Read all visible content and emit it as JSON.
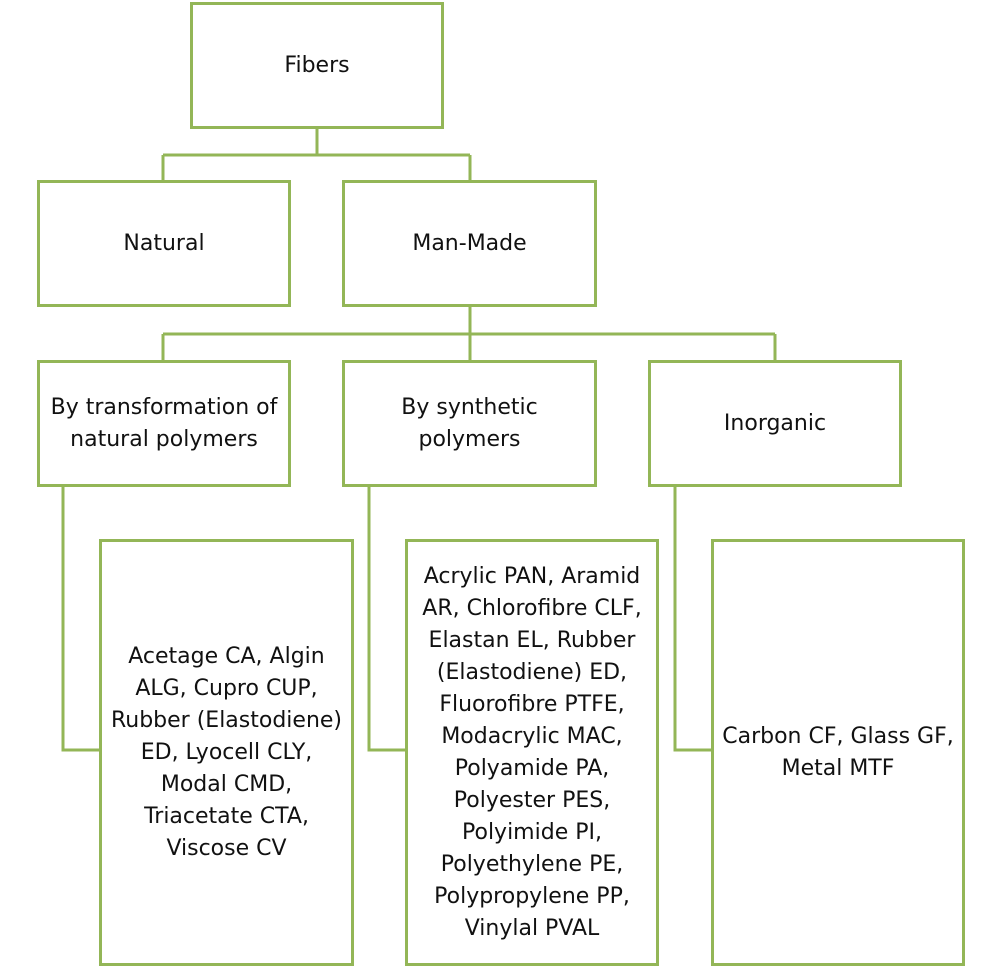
{
  "diagram": {
    "root": {
      "label": "Fibers"
    },
    "level1": {
      "natural": {
        "label": "Natural"
      },
      "man_made": {
        "label": "Man-Made"
      }
    },
    "level2": {
      "transformation": {
        "label": "By transformation of natural polymers"
      },
      "synthetic": {
        "label": "By synthetic polymers"
      },
      "inorganic": {
        "label": "Inorganic"
      }
    },
    "leaves": {
      "transformation": {
        "label": "Acetage CA, Algin ALG, Cupro CUP, Rubber (Elastodiene) ED, Lyocell CLY, Modal CMD, Triacetate CTA, Viscose CV"
      },
      "synthetic": {
        "label": "Acrylic PAN, Aramid AR, Chlorofibre CLF, Elastan EL, Rubber (Elastodiene) ED, Fluorofibre PTFE, Modacrylic MAC, Polyamide PA, Polyester PES, Polyimide PI, Polyethylene PE, Polypropylene PP, Vinylal PVAL"
      },
      "inorganic": {
        "label": "Carbon CF, Glass GF, Metal MTF"
      }
    }
  },
  "colors": {
    "box_border": "#93b657",
    "connector": "#93b657",
    "text": "#111111",
    "background": "#ffffff"
  }
}
